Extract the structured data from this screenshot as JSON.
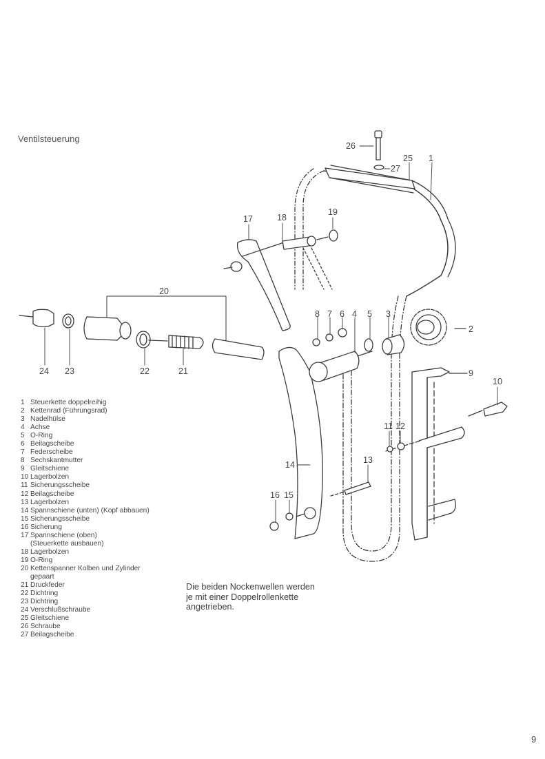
{
  "page": {
    "title": "Ventilsteuerung",
    "page_number": "9"
  },
  "note": {
    "lines": [
      "Die beiden Nockenwellen werden",
      "je mit einer Doppelrollenkette",
      "angetrieben."
    ]
  },
  "legend": {
    "items": [
      {
        "num": "1",
        "label": "Steuerkette doppelreihig"
      },
      {
        "num": "2",
        "label": "Kettenrad (Führungsrad)"
      },
      {
        "num": "3",
        "label": "Nadelhülse"
      },
      {
        "num": "4",
        "label": "Achse"
      },
      {
        "num": "5",
        "label": "O-Ring"
      },
      {
        "num": "6",
        "label": "Beilagscheibe"
      },
      {
        "num": "7",
        "label": "Federscheibe"
      },
      {
        "num": "8",
        "label": "Sechskantmutter"
      },
      {
        "num": "9",
        "label": "Gleitschiene"
      },
      {
        "num": "10",
        "label": "Lagerbolzen"
      },
      {
        "num": "11",
        "label": "Sicherungsscheibe"
      },
      {
        "num": "12",
        "label": "Beilagscheibe"
      },
      {
        "num": "13",
        "label": "Lagerbolzen"
      },
      {
        "num": "14",
        "label": "Spannschiene (unten) (Kopf abbauen)"
      },
      {
        "num": "15",
        "label": "Sicherungsscheibe"
      },
      {
        "num": "16",
        "label": "Sicherung"
      },
      {
        "num": "17",
        "label": "Spannschiene (oben)",
        "cont": "(Steuerkette ausbauen)"
      },
      {
        "num": "18",
        "label": "Lagerbolzen"
      },
      {
        "num": "19",
        "label": "O-Ring"
      },
      {
        "num": "20",
        "label": "Kettenspanner Kolben und Zylinder",
        "cont": "gepaart"
      },
      {
        "num": "21",
        "label": "Druckfeder"
      },
      {
        "num": "22",
        "label": "Dichtring"
      },
      {
        "num": "23",
        "label": "Dichtring"
      },
      {
        "num": "24",
        "label": "Verschlußschraube"
      },
      {
        "num": "25",
        "label": "Gleitschiene"
      },
      {
        "num": "26",
        "label": "Schraube"
      },
      {
        "num": "27",
        "label": "Beilagscheibe"
      }
    ]
  },
  "diagram": {
    "callouts": [
      "1",
      "2",
      "3",
      "4",
      "5",
      "6",
      "7",
      "8",
      "9",
      "10",
      "11",
      "12",
      "13",
      "14",
      "15",
      "16",
      "17",
      "18",
      "19",
      "20",
      "21",
      "22",
      "23",
      "24",
      "25",
      "26",
      "27"
    ],
    "line_color": "#3a3a3a"
  }
}
